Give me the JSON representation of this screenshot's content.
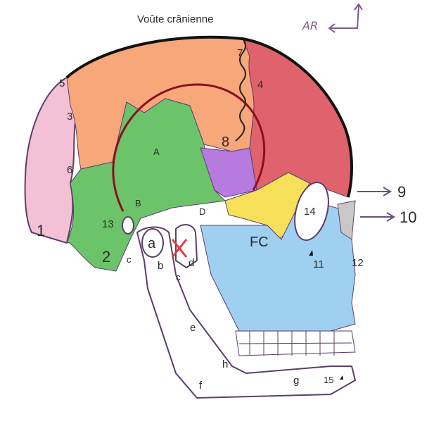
{
  "title": "Voûte crânienne",
  "orientation": "AR",
  "labels": {
    "n1": "1",
    "n2": "2",
    "n3": "3",
    "n4": "4",
    "n5": "5",
    "n6": "6",
    "n7": "7",
    "n8": "8",
    "n9": "9",
    "n10": "10",
    "n11": "11",
    "n12": "12",
    "n13": "13",
    "n14": "14",
    "n15": "15",
    "A": "A",
    "B": "B",
    "D": "D",
    "FC": "FC",
    "a": "a",
    "b": "b",
    "c1": "c",
    "c2": "c",
    "d": "d",
    "e": "e",
    "f": "f",
    "g": "g",
    "h": "h"
  },
  "colors": {
    "occipital": "#f4c0d6",
    "parietal": "#f7a77a",
    "frontal": "#e0626c",
    "temporal": "#6cc46a",
    "sphenoid": "#b77be0",
    "zygomatic": "#f6e05a",
    "face": "#9fd0f2",
    "nasal": "#c8c8c8",
    "outline": "#5a3f6a",
    "suture": "#8a1020"
  }
}
